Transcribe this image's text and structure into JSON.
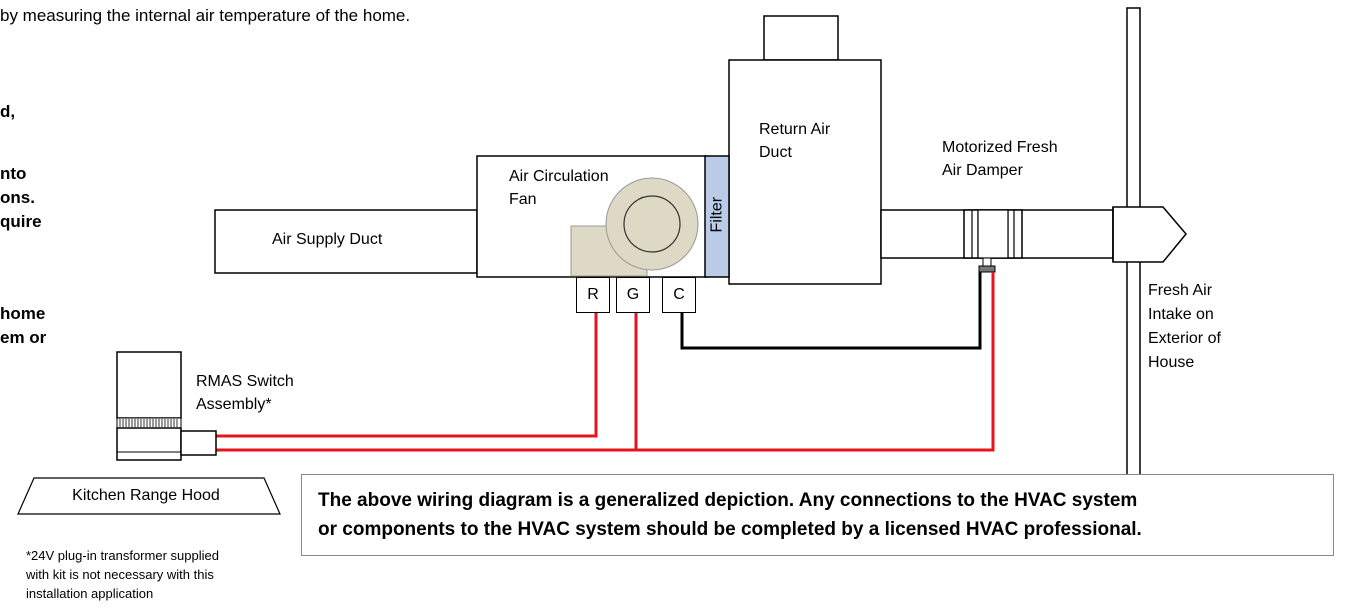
{
  "intro": {
    "top_line": "by measuring the internal air temperature of the home.",
    "fragments": [
      "d,",
      "nto",
      "ons.",
      "quire",
      "home",
      "em or"
    ]
  },
  "components": {
    "return_air_duct": [
      "Return Air",
      "Duct"
    ],
    "air_circulation_fan": [
      "Air Circulation",
      "Fan"
    ],
    "filter": "Filter",
    "air_supply_duct": "Air  Supply Duct",
    "damper": [
      "Motorized Fresh",
      "Air  Damper"
    ],
    "fresh_air_intake": [
      "Fresh Air",
      "Intake on",
      "Exterior of",
      "House"
    ],
    "rmas_switch": [
      "RMAS Switch",
      "Assembly*"
    ],
    "range_hood": "Kitchen Range Hood"
  },
  "terminals": [
    "R",
    "G",
    "C"
  ],
  "transformer_note": [
    "*24V plug-in transformer supplied",
    "with kit is not necessary with this",
    "installation application"
  ],
  "disclaimer": [
    "The above wiring diagram is a generalized depiction.  Any connections to the HVAC system",
    "or components to the HVAC system should be completed by a licensed HVAC professional."
  ],
  "colors": {
    "hot_wire": "#e8141b",
    "common_wire": "#000000",
    "filter_fill": "#b9cbe6",
    "fan_fill": "#ddd9c4"
  }
}
